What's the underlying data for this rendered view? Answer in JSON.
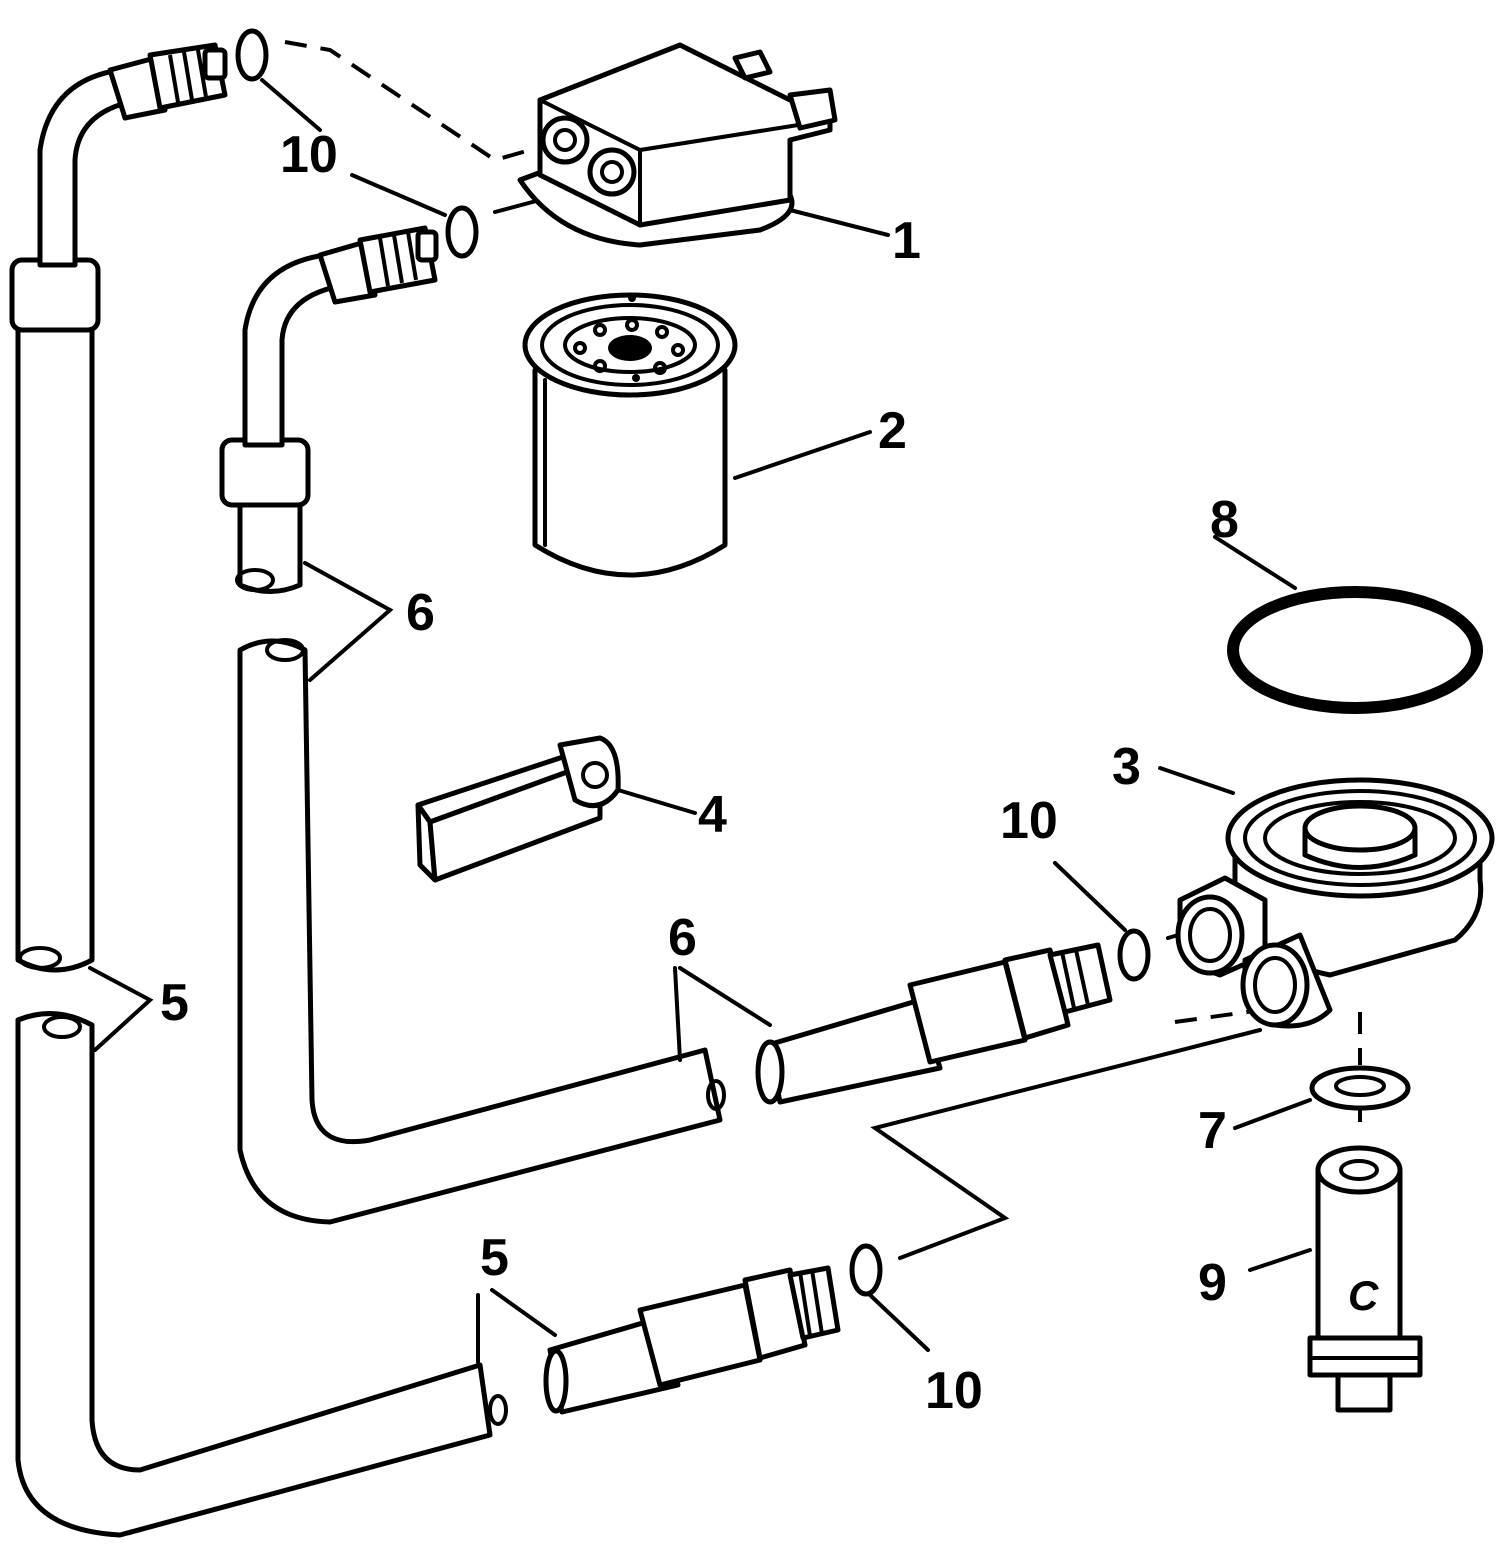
{
  "callouts": {
    "c1": "1",
    "c2": "2",
    "c3": "3",
    "c4": "4",
    "c5_left": "5",
    "c5_bottom": "5",
    "c6_upper": "6",
    "c6_lower": "6",
    "c7": "7",
    "c8": "8",
    "c9": "9",
    "c10_top": "10",
    "c10_right": "10",
    "c10_bottom": "10",
    "c9_mark": "C"
  },
  "colors": {
    "ink": "#000000",
    "paper": "#ffffff"
  }
}
